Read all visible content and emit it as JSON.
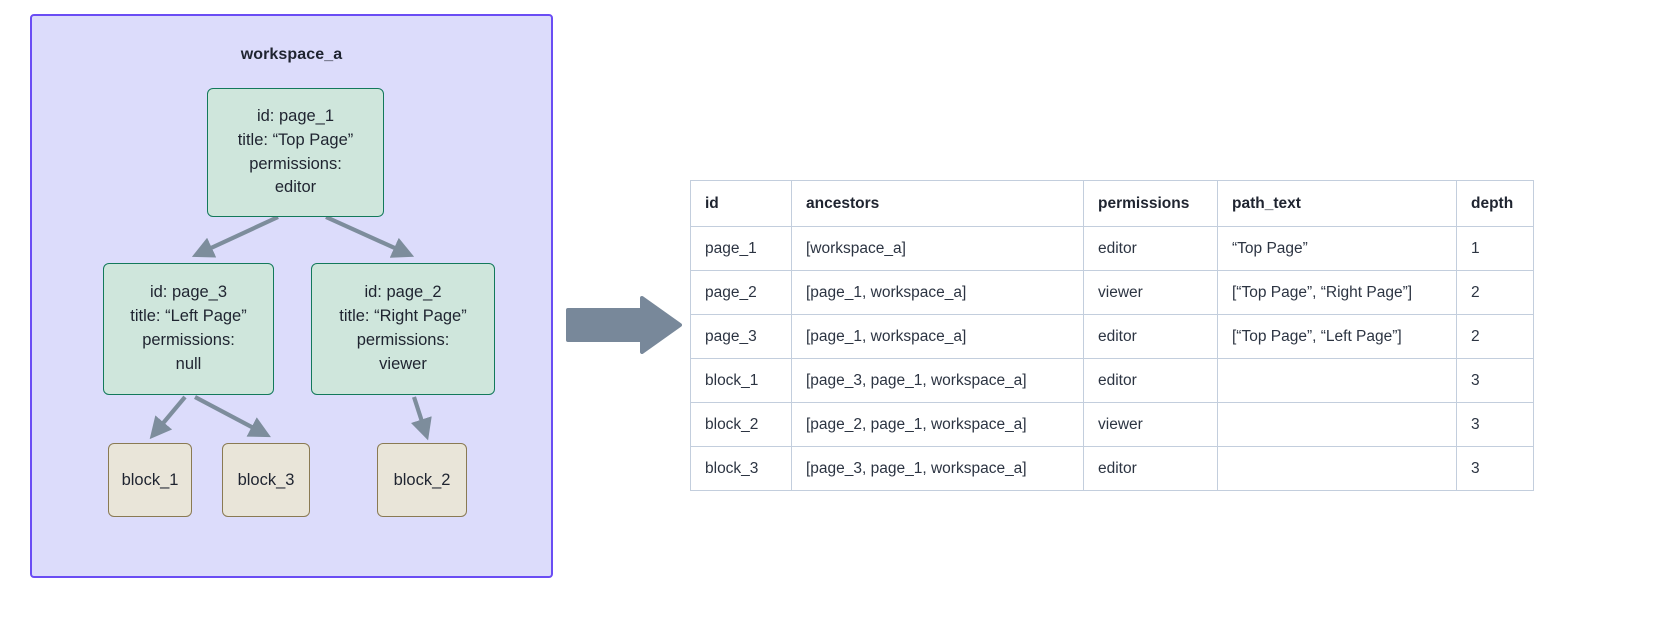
{
  "workspace": {
    "title": "workspace_a",
    "border_color": "#6a4df4",
    "fill_color": "#dcdcfb",
    "nodes": [
      {
        "key": "page_1",
        "type": "page",
        "lines": [
          "id: page_1",
          "title: “Top Page”",
          "permissions:",
          "editor"
        ]
      },
      {
        "key": "page_3",
        "type": "page",
        "lines": [
          "id: page_3",
          "title: “Left Page”",
          "permissions:",
          "null"
        ]
      },
      {
        "key": "page_2",
        "type": "page",
        "lines": [
          "id: page_2",
          "title: “Right Page”",
          "permissions:",
          "viewer"
        ]
      },
      {
        "key": "block_1",
        "type": "block",
        "lines": [
          "block_1"
        ]
      },
      {
        "key": "block_3",
        "type": "block",
        "lines": [
          "block_3"
        ]
      },
      {
        "key": "block_2",
        "type": "block",
        "lines": [
          "block_2"
        ]
      }
    ],
    "edges": [
      {
        "from": "page_1",
        "to": "page_3"
      },
      {
        "from": "page_1",
        "to": "page_2"
      },
      {
        "from": "page_3",
        "to": "block_1"
      },
      {
        "from": "page_3",
        "to": "block_3"
      },
      {
        "from": "page_2",
        "to": "block_2"
      }
    ],
    "node_colors": {
      "page_fill": "#cfe6dc",
      "page_stroke": "#13795b",
      "block_fill": "#e9e5d9",
      "block_stroke": "#8a7a53"
    }
  },
  "flow_arrow": {
    "direction": "right",
    "color": "#78889a"
  },
  "table": {
    "columns": [
      "id",
      "ancestors",
      "permissions",
      "path_text",
      "depth"
    ],
    "rows": [
      {
        "id": "page_1",
        "ancestors": "[workspace_a]",
        "permissions": "editor",
        "path_text": "“Top Page”",
        "depth": "1"
      },
      {
        "id": "page_2",
        "ancestors": "[page_1, workspace_a]",
        "permissions": "viewer",
        "path_text": "[“Top Page”, “Right Page”]",
        "depth": "2"
      },
      {
        "id": "page_3",
        "ancestors": "[page_1, workspace_a]",
        "permissions": "editor",
        "path_text": "[“Top Page”, “Left Page”]",
        "depth": "2"
      },
      {
        "id": "block_1",
        "ancestors": "[page_3, page_1, workspace_a]",
        "permissions": "editor",
        "path_text": "",
        "depth": "3"
      },
      {
        "id": "block_2",
        "ancestors": "[page_2, page_1, workspace_a]",
        "permissions": "viewer",
        "path_text": "",
        "depth": "3"
      },
      {
        "id": "block_3",
        "ancestors": "[page_3, page_1, workspace_a]",
        "permissions": "editor",
        "path_text": "",
        "depth": "3"
      }
    ]
  }
}
